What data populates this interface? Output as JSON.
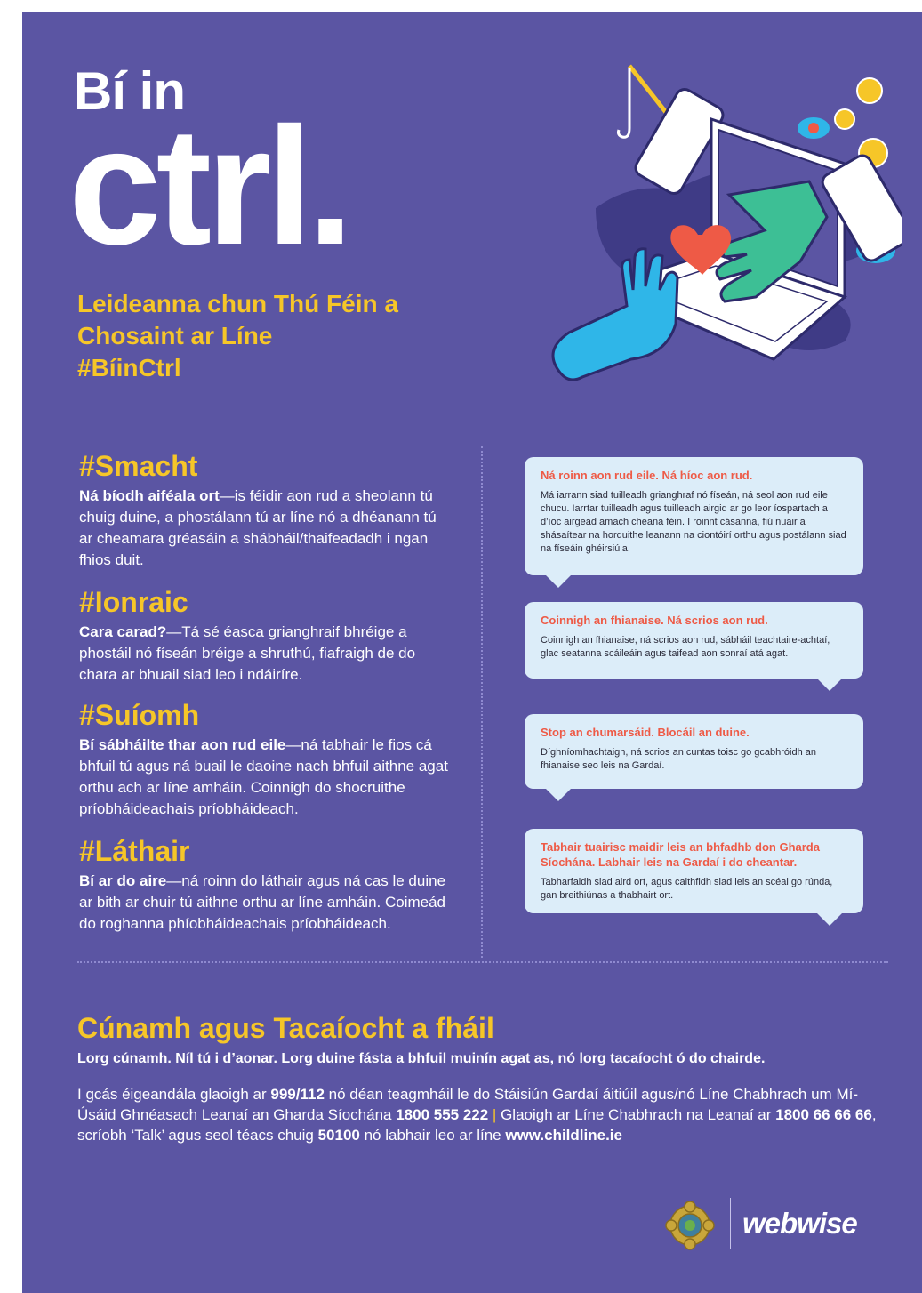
{
  "header": {
    "line1": "Bí in",
    "line2": "ctrl.",
    "subtitle_lines": [
      "Leideanna chun Thú Féin a",
      "Chosaint ar Líne",
      "#BíinCtrl"
    ]
  },
  "sections": [
    {
      "heading": "#Smacht",
      "lead": "Ná bíodh aiféala ort",
      "text": "—is féidir aon rud a sheolann tú chuig duine, a phostálann tú ar líne nó a dhéanann tú ar cheamara gréasáin a shábháil/thaifeadadh i ngan fhios duit."
    },
    {
      "heading": "#Ionraic",
      "lead": "Cara carad?",
      "text": "—Tá sé éasca grianghraif bhréige a phostáil nó físeán bréige a shruthú, fiafraigh de do chara ar bhuail siad leo i ndáiríre."
    },
    {
      "heading": "#Suíomh",
      "lead": "Bí sábháilte thar aon rud eile",
      "text": "—ná tabhair le fios cá bhfuil tú agus ná buail le daoine nach bhfuil aithne agat orthu ach ar líne amháin. Coinnigh do shocruithe príobháideachais príobháideach."
    },
    {
      "heading": "#Láthair",
      "lead": "Bí ar do aire",
      "text": "—ná roinn do láthair agus ná cas le duine ar bith ar chuir tú aithne orthu ar líne amháin. Coimeád do roghanna phíobháideachais príobháideach."
    }
  ],
  "bubbles": [
    {
      "title": "Ná roinn aon rud eile. Ná híoc aon rud.",
      "body": "Má iarrann siad tuilleadh grianghraf nó físeán, ná seol aon rud eile chucu. Iarrtar tuilleadh agus tuilleadh airgid ar go leor íospartach a d’íoc airgead amach cheana féin. I roinnt cásanna, fiú nuair a shásaítear na horduithe leanann na ciontóirí orthu agus postálann siad na físeáin ghéirsiúla."
    },
    {
      "title": "Coinnigh an fhianaise. Ná scrios aon rud.",
      "body": "Coinnigh an fhianaise, ná scrios aon rud, sábháil teachtaire-achtaí, glac seatanna scáileáin agus taifead aon sonraí atá agat."
    },
    {
      "title": "Stop an chumarsáid. Blocáil an duine.",
      "body": "Díghníomhachtaigh, ná scrios an cuntas toisc go gcabhróidh an fhianaise seo leis na Gardaí."
    },
    {
      "title": "Tabhair tuairisc maidir leis an bhfadhb don Gharda Síochána. Labhair leis na Gardaí i do cheantar.",
      "body": "Tabharfaidh siad aird ort, agus caithfidh siad leis an scéal go rúnda, gan breithiúnas a thabhairt ort."
    }
  ],
  "help": {
    "title": "Cúnamh agus Tacaíocht a fháil",
    "subtitle": "Lorg cúnamh. Níl tú i d’aonar. Lorg duine fásta a bhfuil muinín agat as, nó lorg tacaíocht ó do chairde.",
    "p1": "I gcás éigeandála glaoigh ar ",
    "emergency": "999/112",
    "p2": " nó déan teagmháil le do Stáisiún Gardaí áitiúil agus/nó Líne Chabhrach um Mí-Úsáid Ghnéasach Leanaí an Gharda Síochána ",
    "garda_line": "1800 555 222",
    "sep": " | ",
    "p3": "Glaoigh ar Líne Chabhrach na Leanaí ar ",
    "childline_phone": "1800 66 66 66",
    "p4": ", scríobh ‘Talk’ agus seol téacs chuig ",
    "text_number": "50100",
    "p5": " nó labhair leo ar líne ",
    "website": "www.childline.ie"
  },
  "footer": {
    "logo_text": "webwise"
  },
  "colors": {
    "background": "#5b55a3",
    "accent_yellow": "#f6c628",
    "bubble_bg": "#dcedf9",
    "bubble_title": "#ee5a46"
  }
}
